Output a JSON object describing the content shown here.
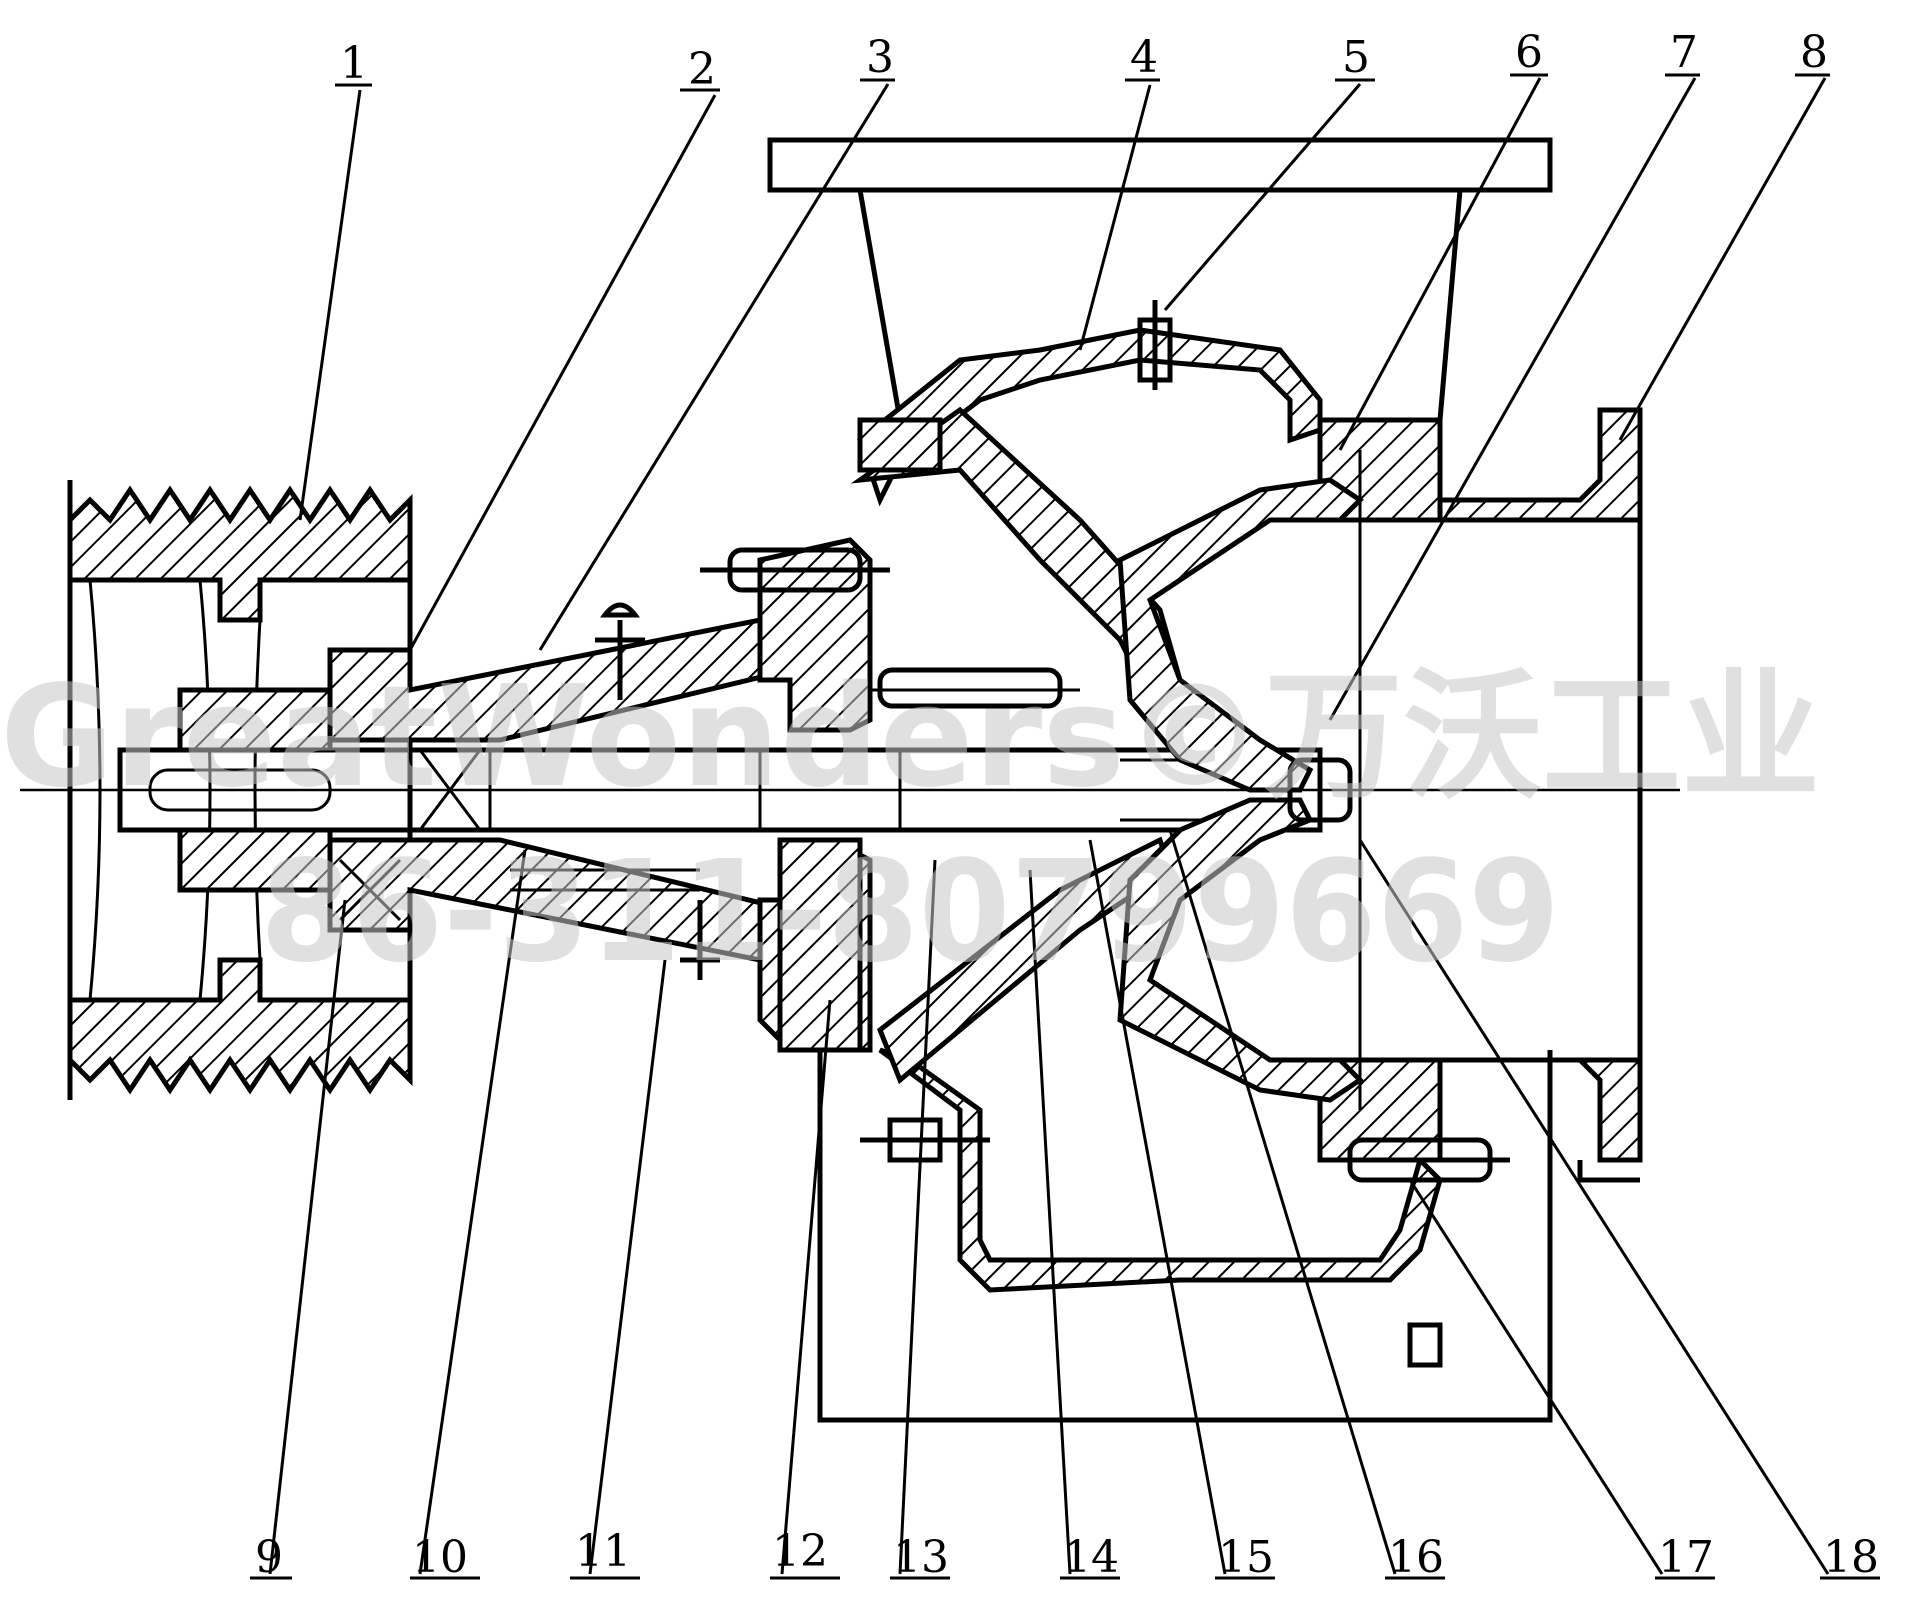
{
  "title": "",
  "watermark": {
    "line1": "GreatWonders©万沃工业",
    "line2": "86-311-80799669"
  },
  "callouts": [
    {
      "id": "1",
      "label": "1"
    },
    {
      "id": "2",
      "label": "2"
    },
    {
      "id": "3",
      "label": "3"
    },
    {
      "id": "4",
      "label": "4"
    },
    {
      "id": "5",
      "label": "5"
    },
    {
      "id": "6",
      "label": "6"
    },
    {
      "id": "7",
      "label": "7"
    },
    {
      "id": "8",
      "label": "8"
    },
    {
      "id": "9",
      "label": "9"
    },
    {
      "id": "10",
      "label": "10"
    },
    {
      "id": "11",
      "label": "11"
    },
    {
      "id": "12",
      "label": "12"
    },
    {
      "id": "13",
      "label": "13"
    },
    {
      "id": "14",
      "label": "14"
    },
    {
      "id": "15",
      "label": "15"
    },
    {
      "id": "16",
      "label": "16"
    },
    {
      "id": "17",
      "label": "17"
    },
    {
      "id": "18",
      "label": "18"
    }
  ]
}
